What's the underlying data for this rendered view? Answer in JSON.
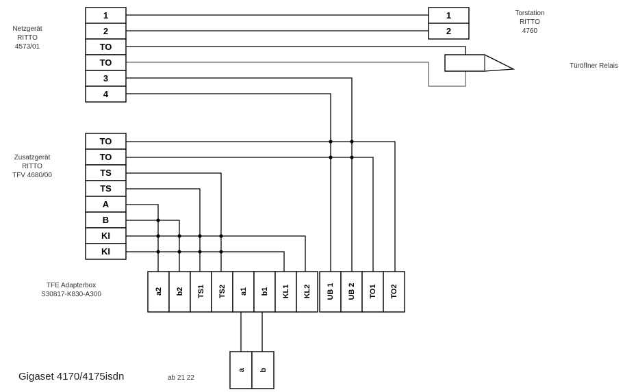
{
  "netzgeraet": {
    "line1": "Netzgerät",
    "line2": "RITTO",
    "line3": "4573/01",
    "terminals": [
      "1",
      "2",
      "TO",
      "TO",
      "3",
      "4"
    ]
  },
  "torstation": {
    "line1": "Torstation",
    "line2": "RITTO",
    "line3": "4760",
    "terminals": [
      "1",
      "2"
    ]
  },
  "relais_label": "Türöffner Relais",
  "zusatzgeraet": {
    "line1": "Zusatzgerät",
    "line2": "RITTO",
    "line3": "TFV 4680/00",
    "terminals": [
      "TO",
      "TO",
      "TS",
      "TS",
      "A",
      "B",
      "KI",
      "KI"
    ]
  },
  "adapter": {
    "line1": "TFE Adapterbox",
    "line2": "S30817-K830-A300",
    "terminals": [
      "a2",
      "b2",
      "TS1",
      "TS2",
      "a1",
      "b1",
      "KL1",
      "KL2",
      "UB 1",
      "UB 2",
      "TO1",
      "TO2"
    ]
  },
  "phone": {
    "terminals": [
      "a",
      "b"
    ],
    "model": "Gigaset 4170/4175isdn",
    "port": "ab 21 22"
  }
}
